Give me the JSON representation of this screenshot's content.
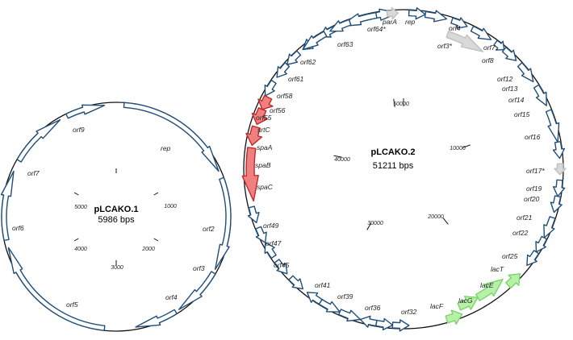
{
  "colors": {
    "backbone": "#111111",
    "gene_stroke": "#1f4e79",
    "gene_fill": "#ffffff",
    "spa_fill": "#f08080",
    "spa_stroke": "#c0282a",
    "lac_fill": "#b7f0a8",
    "lac_stroke": "#7bd46a",
    "partial_fill": "#d9d9d9",
    "partial_stroke": "#bfbfbf"
  },
  "plasmids": [
    {
      "name": "pLCAKO.1",
      "size_label": "5986 bps",
      "ticks": [
        "1000",
        "2000",
        "3000",
        "4000",
        "5000"
      ],
      "gene_labels": [
        "orf9",
        "rep",
        "orf2",
        "orf3",
        "orf4",
        "orf5",
        "orf6",
        "orf7"
      ],
      "features": [
        {
          "label": "rep",
          "kind": "gene",
          "strand": "fwd"
        },
        {
          "label": "orf2",
          "kind": "gene",
          "strand": "fwd"
        },
        {
          "label": "orf3",
          "kind": "gene",
          "strand": "fwd"
        },
        {
          "label": "orf4",
          "kind": "gene",
          "strand": "fwd"
        },
        {
          "label": "orf5",
          "kind": "gene",
          "strand": "fwd"
        },
        {
          "label": "orf6",
          "kind": "gene",
          "strand": "fwd"
        },
        {
          "label": "orf7",
          "kind": "gene",
          "strand": "fwd"
        },
        {
          "label": "orf9",
          "kind": "gene",
          "strand": "fwd"
        }
      ]
    },
    {
      "name": "pLCAKO.2",
      "size_label": "51211 bps",
      "ticks": [
        "10000",
        "20000",
        "30000",
        "40000",
        "50000"
      ],
      "gene_labels": [
        "orf64*",
        "parA",
        "rep",
        "orf4",
        "orf3*",
        "orf7",
        "orf8",
        "orf12",
        "orf13",
        "orf14",
        "orf15",
        "orf16",
        "orf17*",
        "orf19",
        "orf20",
        "orf21",
        "orf22",
        "orf25",
        "lacT",
        "lacE",
        "lacG",
        "lacF",
        "orf32",
        "orf36",
        "orf39",
        "orf41",
        "orf45",
        "orf47",
        "orf49",
        "spaC",
        "spaB",
        "spaA",
        "srtC",
        "orf55",
        "orf56",
        "orf58",
        "orf61",
        "orf62",
        "orf63"
      ],
      "features": [
        {
          "label": "spaC",
          "kind": "spa"
        },
        {
          "label": "spaB",
          "kind": "spa"
        },
        {
          "label": "spaA",
          "kind": "spa"
        },
        {
          "label": "lacT",
          "kind": "lac"
        },
        {
          "label": "lacE",
          "kind": "lac"
        },
        {
          "label": "lacG",
          "kind": "lac"
        },
        {
          "label": "lacF",
          "kind": "lac"
        },
        {
          "label": "orf64*",
          "kind": "partial"
        },
        {
          "label": "orf3*",
          "kind": "partial"
        },
        {
          "label": "orf17*",
          "kind": "partial"
        }
      ]
    }
  ]
}
